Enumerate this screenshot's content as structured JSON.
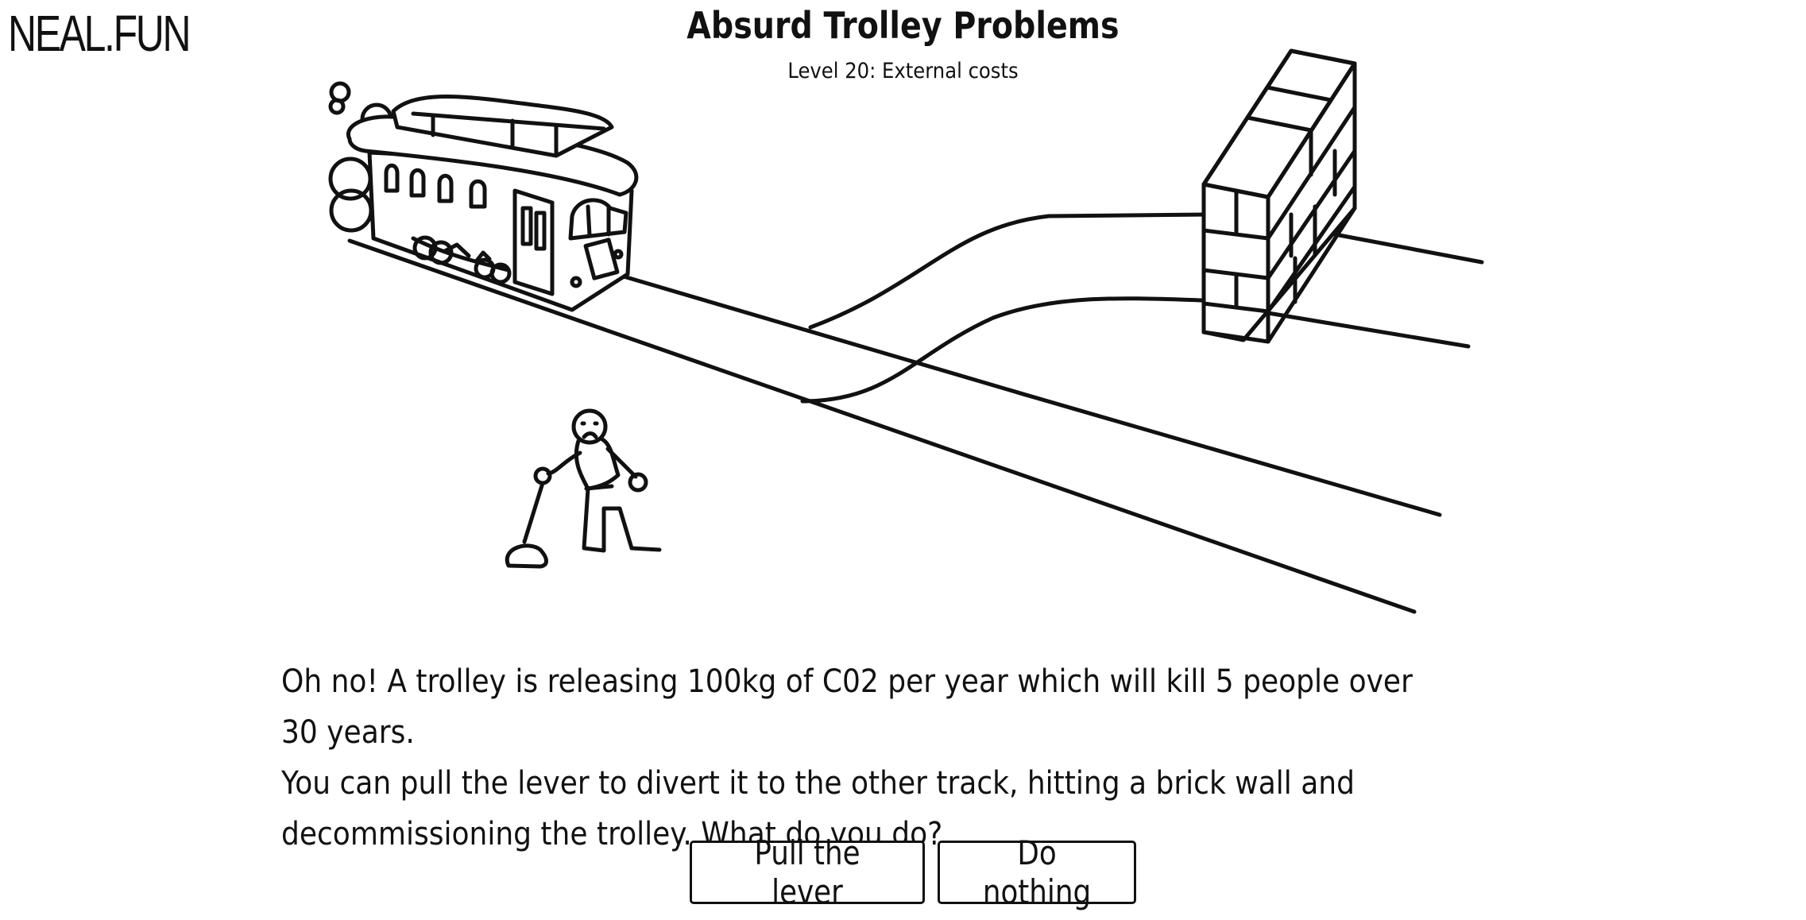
{
  "site": {
    "logo": "NEAL.FUN"
  },
  "header": {
    "title": "Absurd Trolley Problems",
    "level": "Level 20: External costs"
  },
  "scenario": {
    "question_line1": "Oh no! A trolley is releasing 100kg of C02 per year which will kill 5 people over 30 years.",
    "question_line2": "You can pull the lever to divert it to the other track, hitting a brick wall and",
    "question_line3": "decommissioning the trolley. What do you do?"
  },
  "actions": {
    "pull_label": "Pull the lever",
    "nothing_label": "Do nothing"
  }
}
